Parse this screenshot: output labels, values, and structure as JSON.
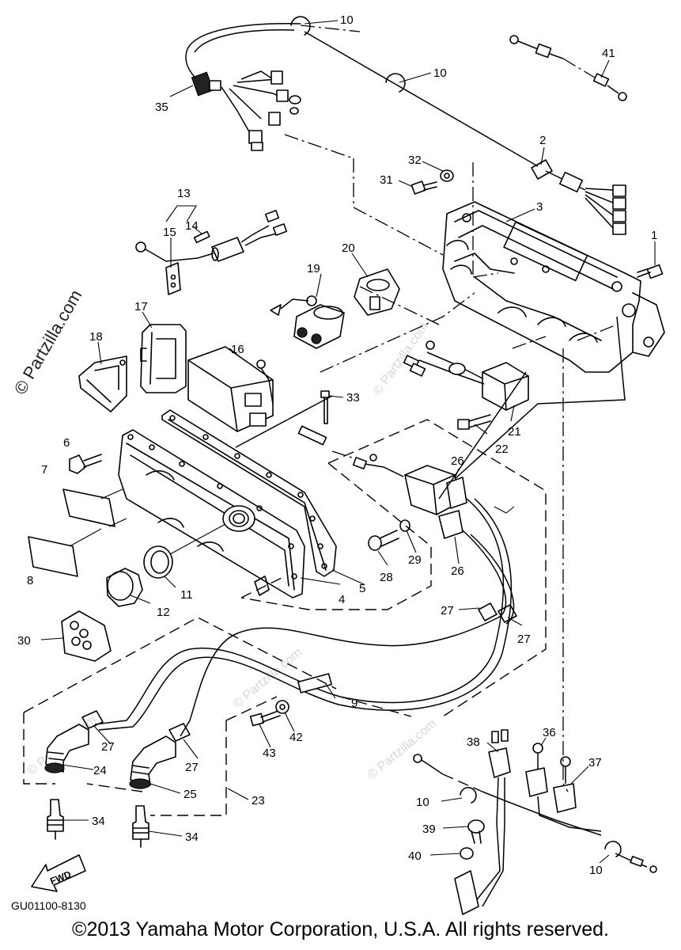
{
  "callouts": {
    "c1": "1",
    "c2": "2",
    "c3": "3",
    "c4": "4",
    "c5": "5",
    "c6": "6",
    "c7": "7",
    "c8": "8",
    "c9": "9",
    "c10a": "10",
    "c10b": "10",
    "c10c": "10",
    "c10d": "10",
    "c11": "11",
    "c12": "12",
    "c13": "13",
    "c14": "14",
    "c15": "15",
    "c16": "16",
    "c17": "17",
    "c18": "18",
    "c19": "19",
    "c20": "20",
    "c21": "21",
    "c22": "22",
    "c23": "23",
    "c24": "24",
    "c25": "25",
    "c26a": "26",
    "c26b": "26",
    "c27a": "27",
    "c27b": "27",
    "c27c": "27",
    "c27d": "27",
    "c28": "28",
    "c29": "29",
    "c30": "30",
    "c31": "31",
    "c32": "32",
    "c33": "33",
    "c34a": "34",
    "c34b": "34",
    "c35": "35",
    "c36": "36",
    "c37": "37",
    "c38": "38",
    "c39": "39",
    "c40": "40",
    "c41": "41",
    "c42": "42",
    "c43": "43"
  },
  "fwd_label": "FWD",
  "watermark": "© Partzilla.com",
  "diagram_code": "GU01100-8130",
  "copyright": "©2013 Yamaha Motor Corporation, U.S.A. All rights reserved."
}
